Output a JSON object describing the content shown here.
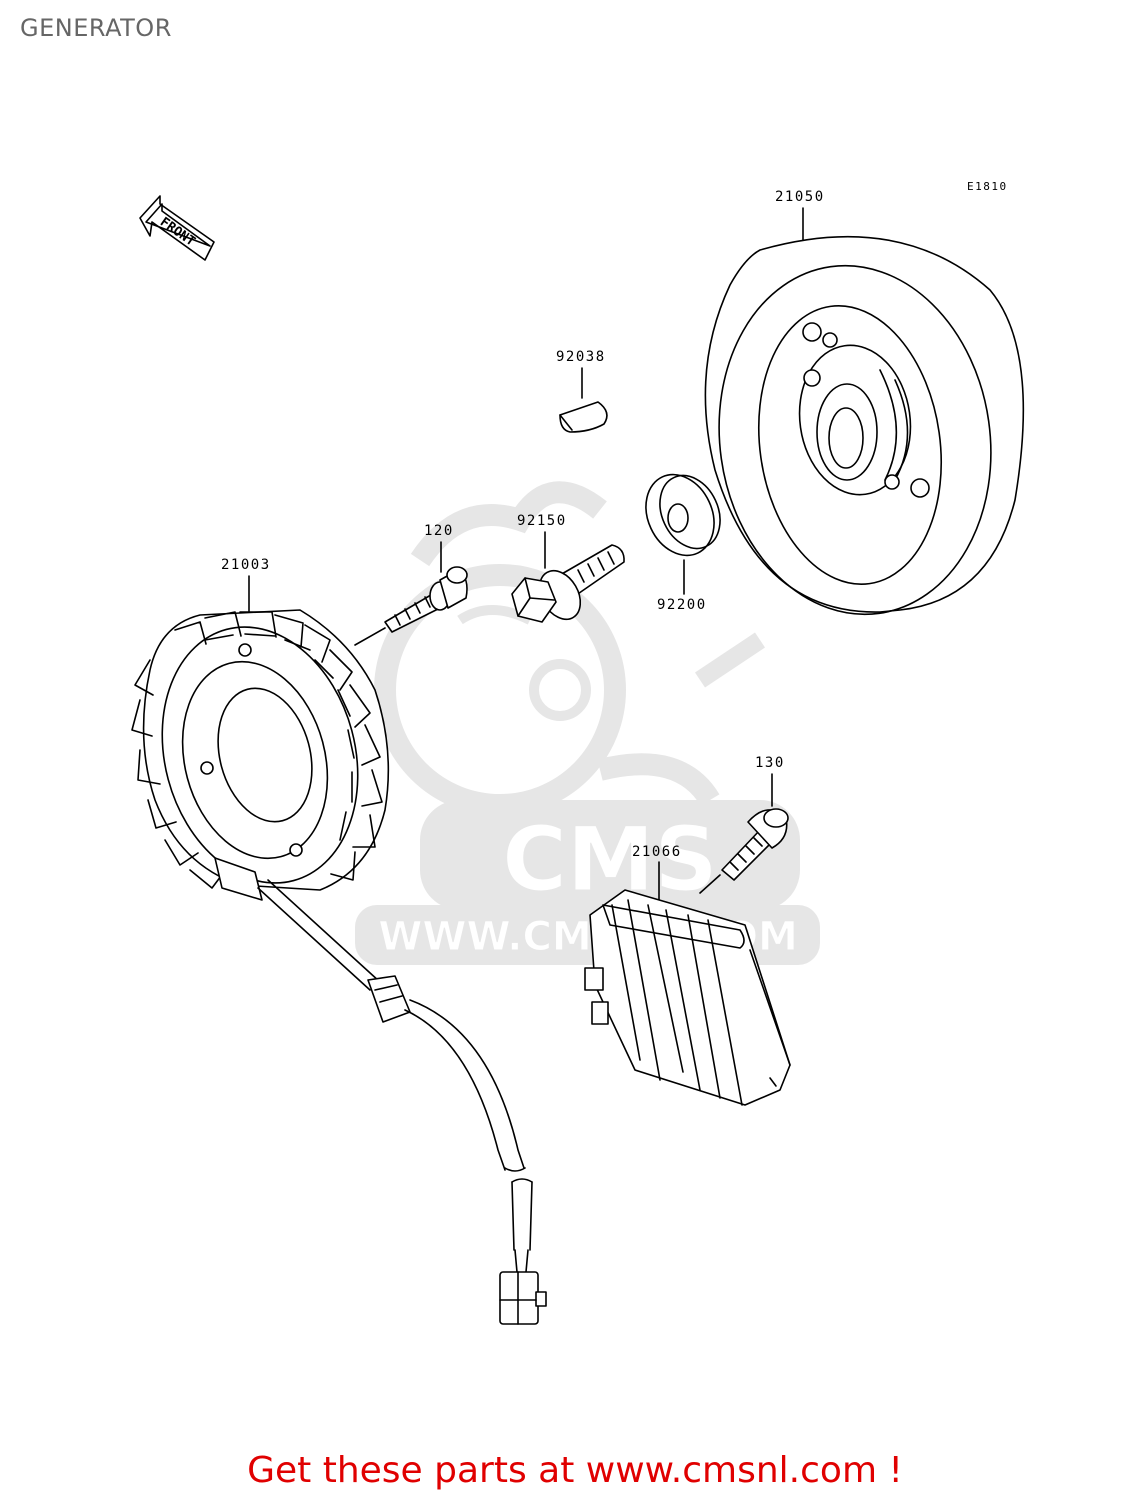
{
  "title": "GENERATOR",
  "diagram_code": "E1810",
  "front_marker": "FRONT",
  "watermark": {
    "brand": "CMS",
    "url": "WWW.CMSNL.COM",
    "color": "#e6e6e6"
  },
  "parts": [
    {
      "number": "21050",
      "name": "flywheel"
    },
    {
      "number": "92038",
      "name": "woodruff-key"
    },
    {
      "number": "92200",
      "name": "washer"
    },
    {
      "number": "92150",
      "name": "flange-bolt"
    },
    {
      "number": "120",
      "name": "stator-bolt"
    },
    {
      "number": "21003",
      "name": "stator"
    },
    {
      "number": "130",
      "name": "regulator-bolt"
    },
    {
      "number": "21066",
      "name": "regulator-rectifier"
    }
  ],
  "footer": {
    "text": "Get these parts at www.cmsnl.com !",
    "color": "#e00000"
  }
}
